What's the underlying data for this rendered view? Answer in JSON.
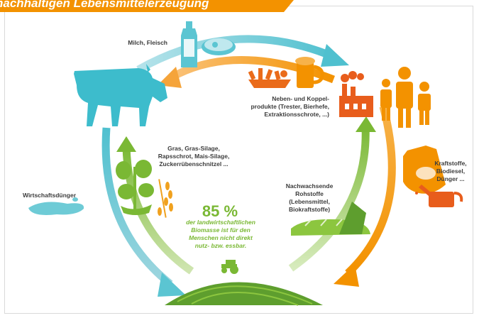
{
  "banner": {
    "title": "nachhaltigen Lebensmittelerzeugung"
  },
  "labels": {
    "milk_meat": "Milch, Fleisch",
    "byproducts": [
      "Neben- und Koppel-",
      "produkte (Trester, Bierhefe,",
      "Extraktionsschrote, ...)"
    ],
    "feed": [
      "Gras, Gras-Silage,",
      "Rapsschrot, Mais-Silage,",
      "Zuckerrübenschnitzel ..."
    ],
    "manure": "Wirtschaftsdünger",
    "renewables": [
      "Nachwachsende",
      "Rohstoffe",
      "(Lebensmittel,",
      "Biokraftstoffe)"
    ],
    "fuels": [
      "Kraftstoffe,",
      "Biodiesel,",
      "Dünger ..."
    ]
  },
  "center": {
    "percent": "85 %",
    "text": [
      "der landwirtschaftlichen",
      "Biomasse ist für den",
      "Menschen nicht direkt",
      "nutz- bzw. essbar."
    ]
  },
  "colors": {
    "orange": "#f39200",
    "cyan": "#5bc5d2",
    "green": "#7ab834",
    "light_green": "#b8d98a",
    "dark_green": "#4a8a2a"
  },
  "icons": [
    "milk-bottle-icon",
    "meat-icon",
    "cow-icon",
    "food-waste-icon",
    "beer-mug-icon",
    "factory-icon",
    "people-icon",
    "plant-icon",
    "grain-icon",
    "puddle-icon",
    "bread-icon",
    "sack-icon",
    "watering-can-icon",
    "tractor-icon",
    "field-icon"
  ]
}
